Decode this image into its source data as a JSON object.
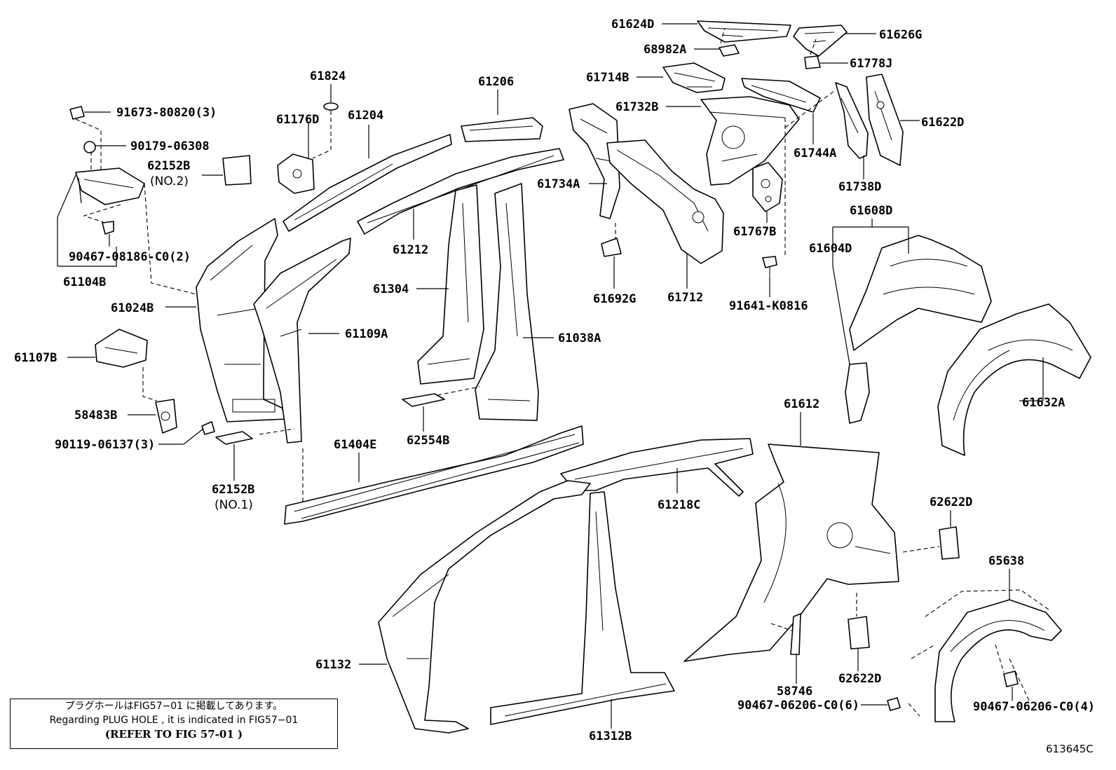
{
  "callouts": {
    "p61624D": "61624D",
    "p61626G": "61626G",
    "p68982A": "68982A",
    "p61778J": "61778J",
    "p61714B": "61714B",
    "p61732B": "61732B",
    "p61744A": "61744A",
    "p61622D": "61622D",
    "p61738D": "61738D",
    "p61767B": "61767B",
    "p61734A": "61734A",
    "p61692G": "61692G",
    "p61712": "61712",
    "p91641": "91641-K0816",
    "p61608D": "61608D",
    "p61604D": "61604D",
    "p61632A": "61632A",
    "p61824": "61824",
    "p61206": "61206",
    "p61176D": "61176D",
    "p61204": "61204",
    "p62152B_2": "62152B",
    "p62152B_2_sub": "(NO.2)",
    "p91673": "91673-80820(3)",
    "p90179": "90179-06308",
    "p90467_08186": "90467-08186-C0(2)",
    "p61104B": "61104B",
    "p61212": "61212",
    "p61304": "61304",
    "p61024B": "61024B",
    "p61109A": "61109A",
    "p61038A": "61038A",
    "p61107B": "61107B",
    "p58483B": "58483B",
    "p90119": "90119-06137(3)",
    "p62152B_1": "62152B",
    "p62152B_1_sub": "(NO.1)",
    "p61404E": "61404E",
    "p62554B": "62554B",
    "p61612": "61612",
    "p61218C": "61218C",
    "p62622D_top": "62622D",
    "p65638": "65638",
    "p61132": "61132",
    "p58746": "58746",
    "p62622D_bot": "62622D",
    "p90467_06206_6": "90467-06206-C0(6)",
    "p90467_06206_4": "90467-06206-C0(4)",
    "p61312B": "61312B"
  },
  "note": {
    "line_jp": "プラグホールはFIG57−01 に掲載してあります。",
    "line_en": "Regarding  PLUG HOLE , it is indicated in FIG57−01",
    "line_ref": "(REFER TO FIG 57-01 )"
  },
  "diagram_code": "613645C"
}
